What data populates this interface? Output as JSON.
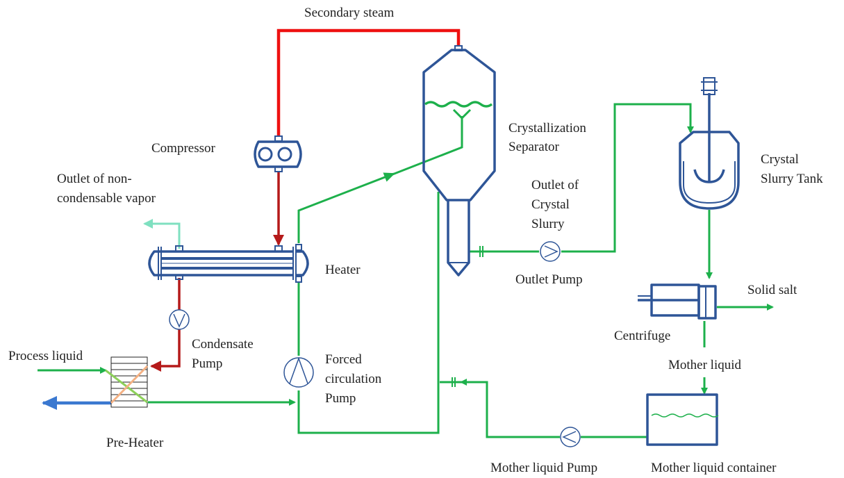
{
  "labels": {
    "secondary_steam": "Secondary steam",
    "compressor": "Compressor",
    "crystallization": "Crystallization",
    "separator": "Separator",
    "outlet_non_1": "Outlet of non-",
    "outlet_non_2": "condensable vapor",
    "heater": "Heater",
    "outlet_slurry_1": "Outlet of",
    "outlet_slurry_2": "Crystal",
    "outlet_slurry_3": "Slurry",
    "outlet_pump": "Outlet Pump",
    "crystal_tank_1": "Crystal",
    "crystal_tank_2": "Slurry Tank",
    "solid_salt": "Solid salt",
    "centrifuge": "Centrifuge",
    "process_liquid": "Process liquid",
    "condensate_1": "Condensate",
    "condensate_2": "Pump",
    "forced_1": "Forced",
    "forced_2": "circulation",
    "forced_3": "Pump",
    "mother_liquid": "Mother liquid",
    "pre_heater": "Pre-Heater",
    "mother_pump": "Mother liquid Pump",
    "mother_container": "Mother liquid container"
  },
  "colors": {
    "equipment": "#2E5597",
    "circulation": "#1DB04B",
    "steam": "#EE1111",
    "condensate": "#B51A1A",
    "vapor_outlet": "#7FE0C0",
    "product_outlet": "#3A78D0",
    "preheat_cross_a": "#8DD05A",
    "preheat_cross_b": "#F4B183"
  }
}
